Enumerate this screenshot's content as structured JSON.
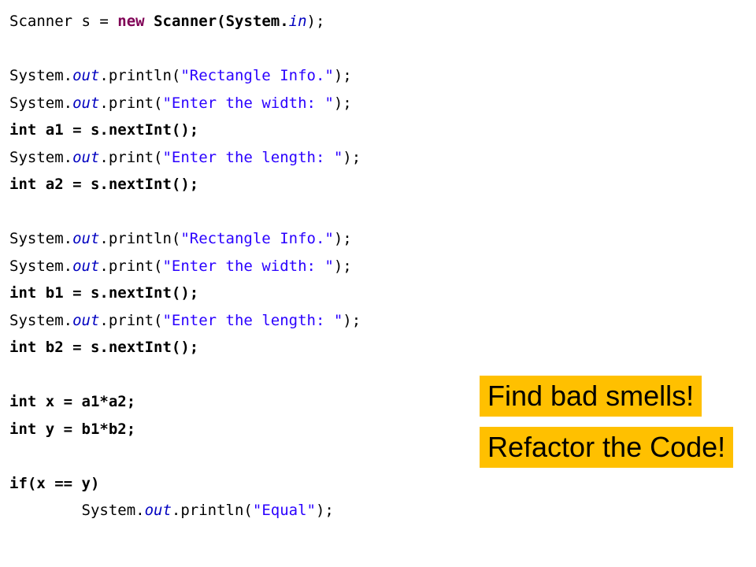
{
  "code_lines": [
    [
      "",
      "Scanner s = ",
      "new",
      " ",
      "Scanner(System.",
      "in",
      ");"
    ],
    [],
    [
      "System.",
      "out",
      ".println(",
      "\"Rectangle Info.\"",
      ");"
    ],
    [
      "System.",
      "out",
      ".print(",
      "\"Enter the width: \"",
      ");"
    ],
    [
      "int",
      " a1 = s.nextInt();"
    ],
    [
      "System.",
      "out",
      ".print(",
      "\"Enter the length: \"",
      ");"
    ],
    [
      "int",
      " a2 = s.nextInt();"
    ],
    [],
    [
      "System.",
      "out",
      ".println(",
      "\"Rectangle Info.\"",
      ");"
    ],
    [
      "System.",
      "out",
      ".print(",
      "\"Enter the width: \"",
      ");"
    ],
    [
      "int",
      " b1 = s.nextInt();"
    ],
    [
      "System.",
      "out",
      ".print(",
      "\"Enter the length: \"",
      ");"
    ],
    [
      "int",
      " b2 = s.nextInt();"
    ],
    [],
    [
      "int",
      " x = a1*a2;"
    ],
    [
      "int",
      " y = b1*b2;"
    ],
    [],
    [
      "if",
      "(x == y)"
    ],
    [
      "        System.",
      "out",
      ".println(",
      "\"Equal\"",
      ");"
    ]
  ],
  "callouts": {
    "first": "Find bad smells!",
    "second": "Refactor the Code!"
  },
  "colors": {
    "callout_bg": "#ffc000",
    "field": "#0000c0",
    "string": "#2a00ff",
    "keyword_new": "#7f0055"
  }
}
